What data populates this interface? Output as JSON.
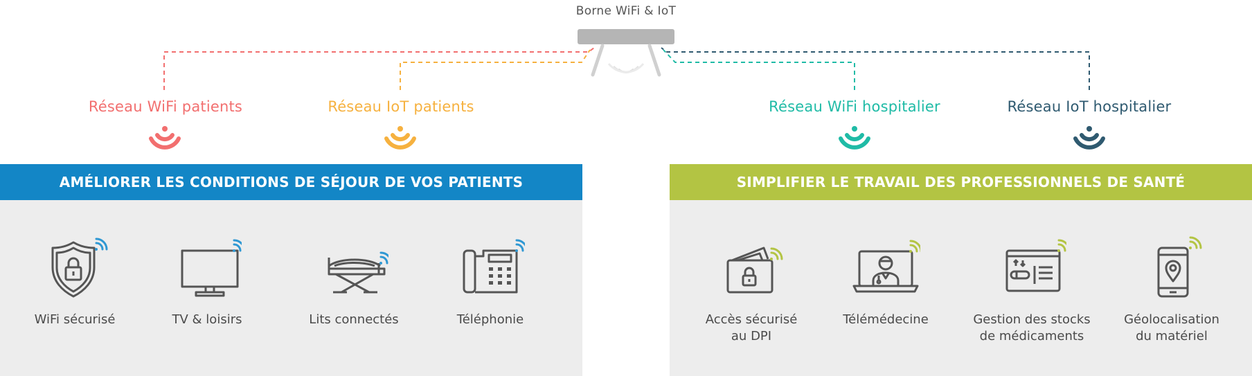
{
  "borne": {
    "title": "Borne WiFi & IoT"
  },
  "colors": {
    "wifi_patients": "#f26f6f",
    "iot_patients": "#f6b13f",
    "wifi_hospitalier": "#1fbba6",
    "iot_hospitalier": "#2f5a70",
    "banner_left": "#1386c6",
    "banner_right": "#b3c443",
    "icon_stroke": "#555555",
    "signal_left": "#2f98d3",
    "signal_right": "#b3c443",
    "panel_bg": "#ededed"
  },
  "networks": [
    {
      "label": "Réseau WiFi patients"
    },
    {
      "label": "Réseau IoT patients"
    },
    {
      "label": "Réseau WiFi hospitalier"
    },
    {
      "label": "Réseau IoT hospitalier"
    }
  ],
  "left_section": {
    "banner": "AMÉLIORER LES CONDITIONS DE SÉJOUR DE VOS PATIENTS",
    "items": [
      {
        "label": "WiFi sécurisé",
        "icon": "shield-lock-icon"
      },
      {
        "label": "TV & loisirs",
        "icon": "tv-icon"
      },
      {
        "label": "Lits connectés",
        "icon": "bed-icon"
      },
      {
        "label": "Téléphonie",
        "icon": "phone-icon"
      }
    ]
  },
  "right_section": {
    "banner": "SIMPLIFIER LE TRAVAIL DES PROFESSIONNELS DE SANTÉ",
    "items": [
      {
        "label": "Accès sécurisé\nau DPI",
        "icon": "wallet-lock-icon"
      },
      {
        "label": "Télémédecine",
        "icon": "doctor-laptop-icon"
      },
      {
        "label": "Gestion des stocks\nde médicaments",
        "icon": "pump-display-icon"
      },
      {
        "label": "Géolocalisation\ndu matériel",
        "icon": "phone-location-icon"
      }
    ]
  }
}
